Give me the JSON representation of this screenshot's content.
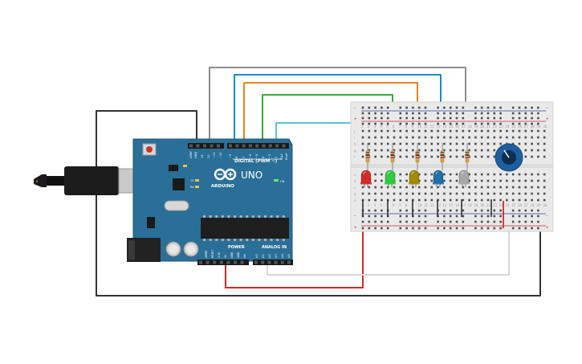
{
  "canvas": {
    "background": "#ffffff"
  },
  "arduino": {
    "board_color": "#2a6f97",
    "logo_text": "ARDUINO",
    "model": "UNO",
    "digital_header": "DIGITAL (PWM ~)",
    "analog_header": "ANALOG IN",
    "power_header": "POWER",
    "on_label": "ON",
    "tx_label": "TX",
    "rx_label": "RX",
    "top_pins": [
      "AREF",
      "GND",
      "13",
      "12",
      "~11",
      "~10",
      "~9",
      "8",
      "7",
      "~6",
      "~5",
      "4",
      "~3",
      "2",
      "TX▸1",
      "RX◂0"
    ],
    "power_pins": [
      "IOREF",
      "RESET",
      "3.3V",
      "5V",
      "GND",
      "GND",
      "Vin"
    ],
    "analog_pins": [
      "A0",
      "A1",
      "A2",
      "A3",
      "A4",
      "A5"
    ]
  },
  "breadboard": {
    "color": "#e9e9e9",
    "row_letters_top": [
      "j",
      "i",
      "h",
      "g",
      "f"
    ],
    "row_letters_bottom": [
      "e",
      "d",
      "c",
      "b",
      "a"
    ],
    "plus_label": "+",
    "minus_label": "-",
    "column_numbers": [
      "1",
      "2",
      "3",
      "4",
      "5",
      "6",
      "7",
      "8",
      "9",
      "10",
      "11",
      "12",
      "13",
      "14",
      "15",
      "16",
      "17",
      "18",
      "19",
      "20",
      "21",
      "22",
      "23",
      "24",
      "25",
      "26",
      "27",
      "28",
      "29",
      "30"
    ]
  },
  "leds": [
    {
      "color_name": "red",
      "color": "#d42a2a"
    },
    {
      "color_name": "green",
      "color": "#2ecc40"
    },
    {
      "color_name": "yellow",
      "color": "#a38a00"
    },
    {
      "color_name": "blue",
      "color": "#1f6fa8"
    },
    {
      "color_name": "white",
      "color": "#a8a8a8"
    }
  ],
  "wires": {
    "gray": "#8c8c8c",
    "blue": "#1a8ac7",
    "orange": "#e6861a",
    "green": "#3aa935",
    "cyan": "#5fc2d6",
    "black": "#333333",
    "red": "#d62828",
    "white": "#d8d8d8"
  },
  "potentiometer": {
    "color": "#1f5fa0"
  }
}
